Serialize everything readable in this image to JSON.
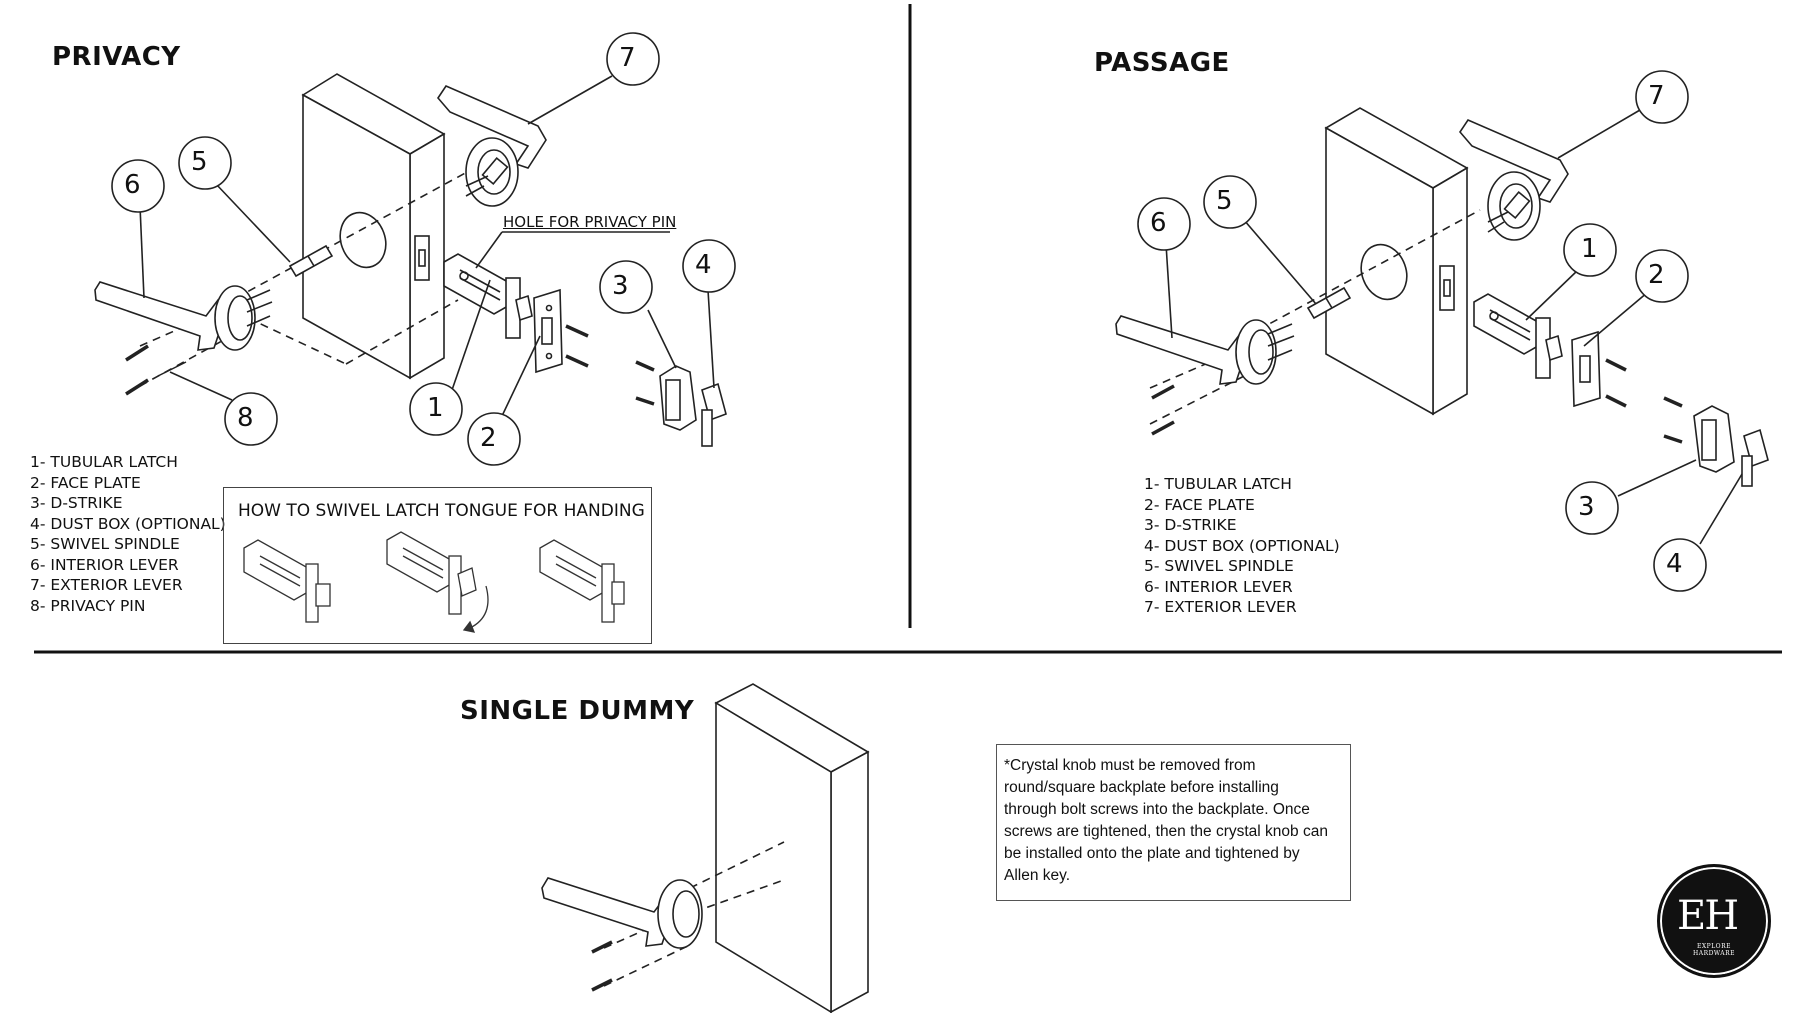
{
  "sections": {
    "privacy": {
      "title": "PRIVACY",
      "legend": [
        "1- TUBULAR LATCH",
        "2- FACE PLATE",
        "3- D-STRIKE",
        "4- DUST BOX (OPTIONAL)",
        "5- SWIVEL SPINDLE",
        "6- INTERIOR LEVER",
        "7- EXTERIOR LEVER",
        "8- PRIVACY PIN"
      ],
      "callout": "HOLE FOR PRIVACY PIN",
      "swivel_title": "HOW TO SWIVEL LATCH TONGUE FOR HANDING",
      "numbers": [
        "1",
        "2",
        "3",
        "4",
        "5",
        "6",
        "7",
        "8"
      ]
    },
    "passage": {
      "title": "PASSAGE",
      "legend": [
        "1- TUBULAR LATCH",
        "2- FACE PLATE",
        "3- D-STRIKE",
        "4- DUST BOX (OPTIONAL)",
        "5- SWIVEL SPINDLE",
        "6- INTERIOR LEVER",
        "7- EXTERIOR LEVER"
      ],
      "numbers": [
        "1",
        "2",
        "3",
        "4",
        "5",
        "6",
        "7"
      ]
    },
    "dummy": {
      "title": "SINGLE DUMMY",
      "note": [
        "*Crystal  knob must be removed from",
        "round/square backplate before installing",
        "through bolt screws into the backplate. Once",
        "screws are tightened, then the crystal knob can",
        "be installed onto the plate and tightened by",
        "Allen key."
      ]
    }
  },
  "logo": {
    "monogram": "EH",
    "name": "EXPLORE HARDWARE"
  },
  "colors": {
    "line": "#222222",
    "background": "#ffffff"
  }
}
